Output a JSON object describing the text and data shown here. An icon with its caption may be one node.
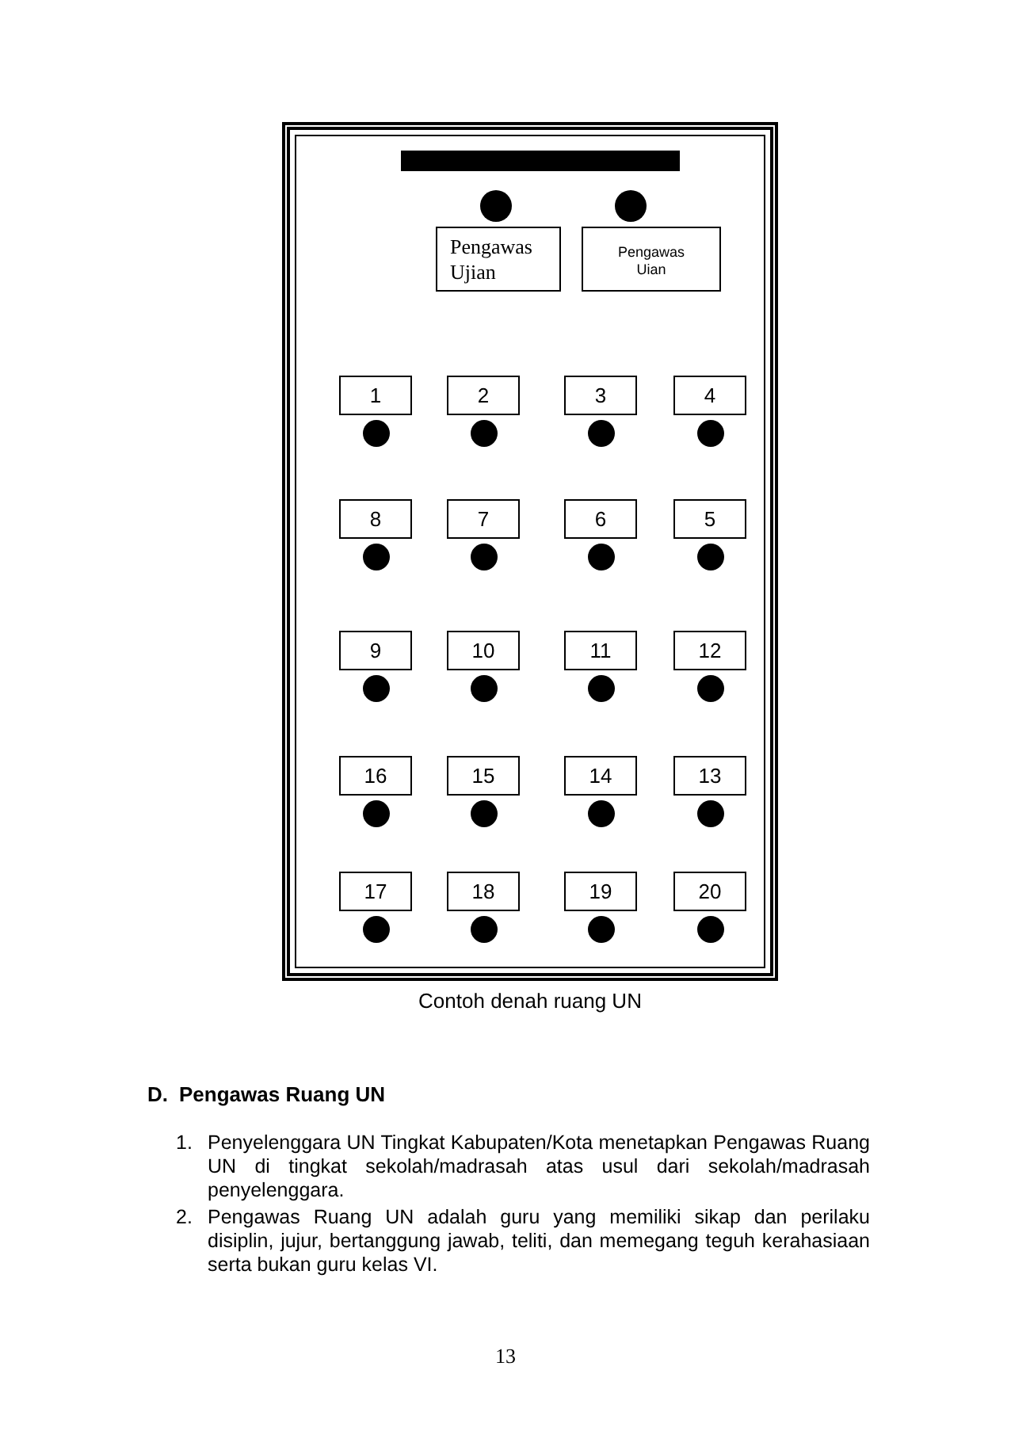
{
  "diagram": {
    "caption": "Contoh denah ruang UN",
    "nodes": [
      {
        "text": [],
        "shape": "box"
      },
      {
        "text": [
          "Pengawas Ujian"
        ],
        "in": 0
      },
      {
        "text": [
          "Pengawas Uian"
        ],
        "in": 0
      },
      {
        "text": [
          "1"
        ],
        "in": 0
      },
      {
        "text": [
          "2"
        ],
        "in": 0
      },
      {
        "text": [
          "3"
        ],
        "in": 0
      },
      {
        "text": [
          "4"
        ],
        "in": 0
      },
      {
        "text": [
          "8"
        ],
        "in": 0
      },
      {
        "text": [
          "7"
        ],
        "in": 0
      },
      {
        "text": [
          "6"
        ],
        "in": 0
      },
      {
        "text": [
          "5"
        ],
        "in": 0
      },
      {
        "text": [
          "9"
        ],
        "in": 0
      },
      {
        "text": [
          "10"
        ],
        "in": 0
      },
      {
        "text": [
          "11"
        ],
        "in": 0
      },
      {
        "text": [
          "12"
        ],
        "in": 0
      },
      {
        "text": [
          "16"
        ],
        "in": 0
      },
      {
        "text": [
          "15"
        ],
        "in": 0
      },
      {
        "text": [
          "14"
        ],
        "in": 0
      },
      {
        "text": [
          "13"
        ],
        "in": 0
      },
      {
        "text": [
          "17"
        ],
        "in": 0
      },
      {
        "text": [
          "18"
        ],
        "in": 0
      },
      {
        "text": [
          "19"
        ],
        "in": 0
      },
      {
        "text": [
          "20"
        ],
        "in": 0
      }
    ],
    "labels": [
      "D.",
      "Pengawas Ruang UN",
      "1.",
      "Penyelenggara UN Tingkat Kabupaten/Kota menetapkan Pengawas Ruang UN di tingkat sekolah/madrasah atas usul dari sekolah/madrasah penyelenggara.",
      "2.",
      "Pengawas Ruang UN adalah guru yang memiliki sikap dan perilaku disiplin, jujur, bertanggung jawab, teliti, dan memegang teguh kerahasiaan serta bukan guru kelas VI.",
      "13"
    ]
  }
}
